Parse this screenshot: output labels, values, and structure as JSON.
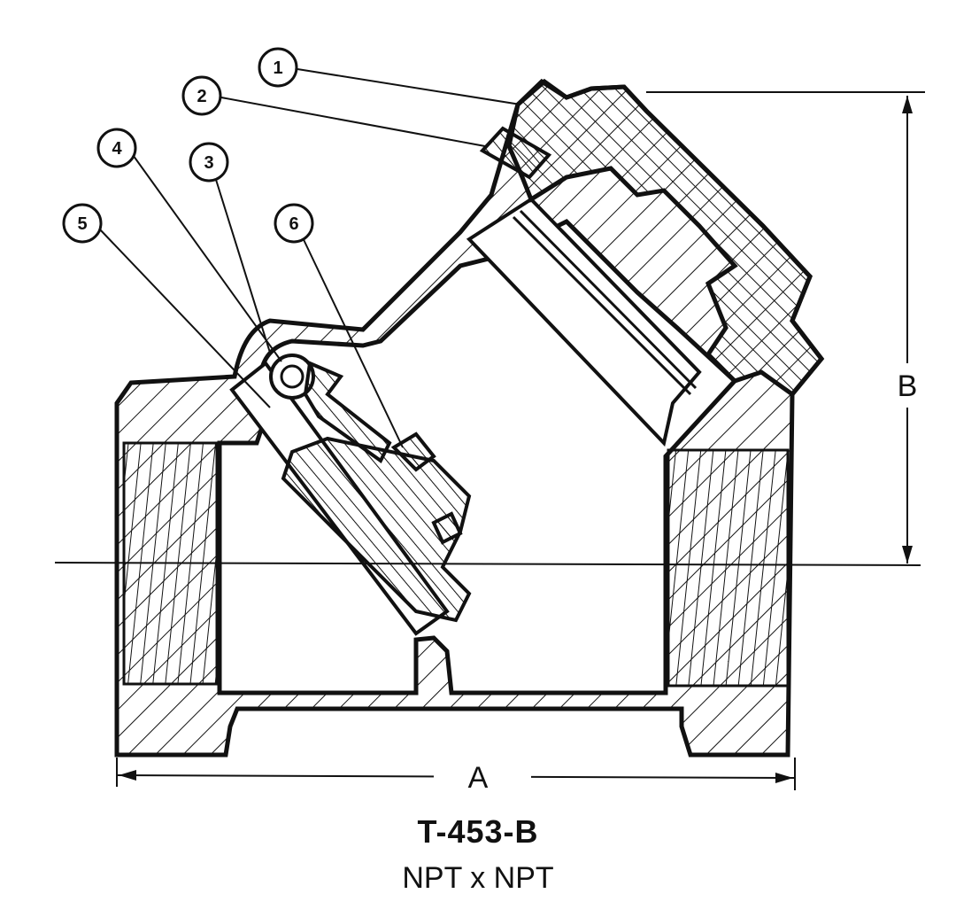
{
  "model_code": "T-453-B",
  "connection_type": "NPT x NPT",
  "dimensions": {
    "a_label": "A",
    "b_label": "B"
  },
  "callouts": [
    "1",
    "2",
    "3",
    "4",
    "5",
    "6"
  ],
  "colors": {
    "ink": "#111111",
    "paper": "#ffffff"
  }
}
